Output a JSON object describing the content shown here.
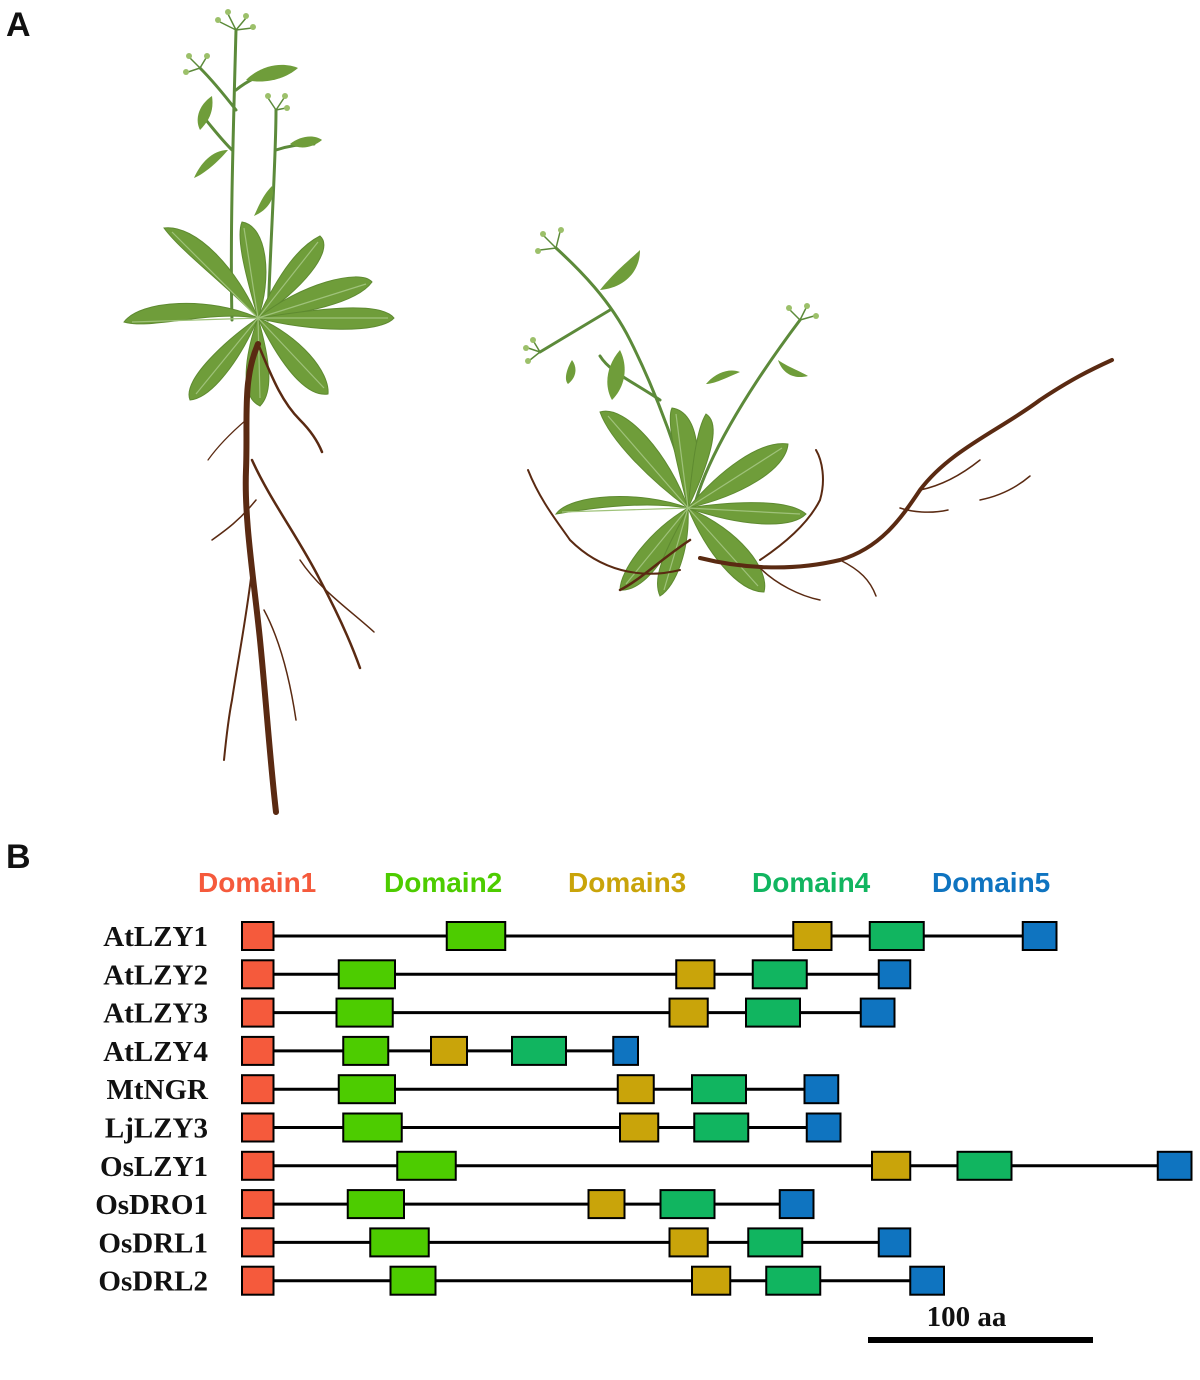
{
  "panels": {
    "a_label": "A",
    "b_label": "B"
  },
  "legend": [
    {
      "label": "Domain1",
      "color": "#f55a3c"
    },
    {
      "label": "Domain2",
      "color": "#4dcc00"
    },
    {
      "label": "Domain3",
      "color": "#c9a40a"
    },
    {
      "label": "Domain4",
      "color": "#11b560"
    },
    {
      "label": "Domain5",
      "color": "#0f74c0"
    }
  ],
  "scale_bar": {
    "label": "100 aa",
    "length_aa": 100
  },
  "proteins": [
    {
      "name": "AtLZY1",
      "domains": [
        [
          0,
          14
        ],
        [
          91,
          117
        ],
        [
          245,
          262
        ],
        [
          279,
          303
        ],
        [
          347,
          362
        ]
      ],
      "end": 362
    },
    {
      "name": "AtLZY2",
      "domains": [
        [
          0,
          14
        ],
        [
          43,
          68
        ],
        [
          193,
          210
        ],
        [
          227,
          251
        ],
        [
          283,
          297
        ]
      ],
      "end": 297
    },
    {
      "name": "AtLZY3",
      "domains": [
        [
          0,
          14
        ],
        [
          42,
          67
        ],
        [
          190,
          207
        ],
        [
          224,
          248
        ],
        [
          275,
          290
        ]
      ],
      "end": 290
    },
    {
      "name": "AtLZY4",
      "domains": [
        [
          0,
          14
        ],
        [
          45,
          65
        ],
        [
          84,
          100
        ],
        [
          120,
          144
        ],
        [
          165,
          176
        ]
      ],
      "end": 176
    },
    {
      "name": "MtNGR",
      "domains": [
        [
          0,
          14
        ],
        [
          43,
          68
        ],
        [
          167,
          183
        ],
        [
          200,
          224
        ],
        [
          250,
          265
        ]
      ],
      "end": 265
    },
    {
      "name": "LjLZY3",
      "domains": [
        [
          0,
          14
        ],
        [
          45,
          71
        ],
        [
          168,
          185
        ],
        [
          201,
          225
        ],
        [
          251,
          266
        ]
      ],
      "end": 266
    },
    {
      "name": "OsLZY1",
      "domains": [
        [
          0,
          14
        ],
        [
          69,
          95
        ],
        [
          280,
          297
        ],
        [
          318,
          342
        ],
        [
          407,
          422
        ]
      ],
      "end": 422
    },
    {
      "name": "OsDRO1",
      "domains": [
        [
          0,
          14
        ],
        [
          47,
          72
        ],
        [
          154,
          170
        ],
        [
          186,
          210
        ],
        [
          239,
          254
        ]
      ],
      "end": 254
    },
    {
      "name": "OsDRL1",
      "domains": [
        [
          0,
          14
        ],
        [
          57,
          83
        ],
        [
          190,
          207
        ],
        [
          225,
          249
        ],
        [
          283,
          297
        ]
      ],
      "end": 297
    },
    {
      "name": "OsDRL2",
      "domains": [
        [
          0,
          14
        ],
        [
          66,
          86
        ],
        [
          200,
          217
        ],
        [
          233,
          257
        ],
        [
          297,
          312
        ]
      ],
      "end": 312
    }
  ],
  "colors": {
    "leaf": "#6f9d3a",
    "leaf_vein": "#9fc27a",
    "stem": "#5c8a3a",
    "root": "#5a2a12",
    "outline": "#000000"
  }
}
